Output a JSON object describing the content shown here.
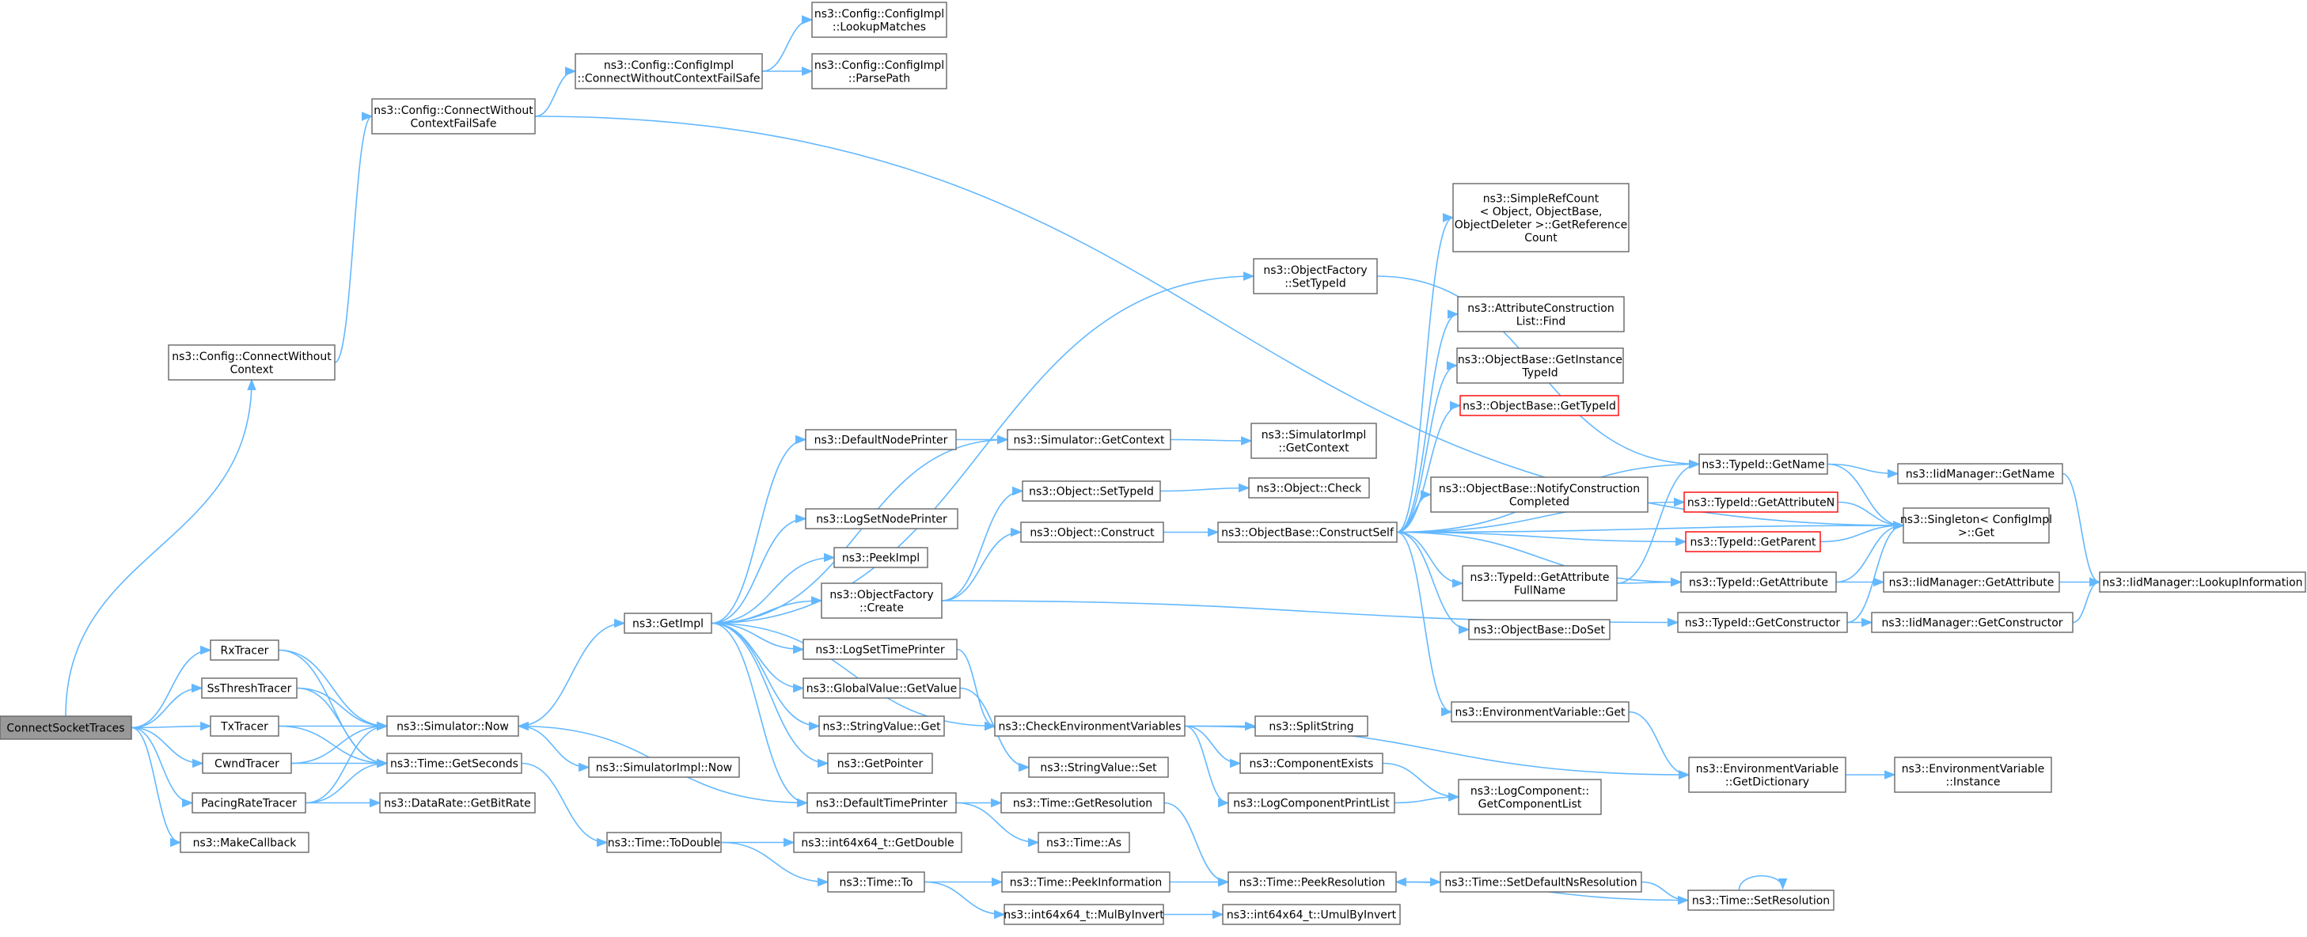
{
  "colors": {
    "edge": "#63b8ff",
    "node_border": "#666666",
    "root_fill": "#999999",
    "truncated_border": "#ff0000"
  },
  "nodes": {
    "root": [
      "ConnectSocketTraces"
    ],
    "rxtracer": [
      "RxTracer"
    ],
    "ssthresh": [
      "SsThreshTracer"
    ],
    "txtracer": [
      "TxTracer"
    ],
    "cwnd": [
      "CwndTracer"
    ],
    "pacing": [
      "PacingRateTracer"
    ],
    "makecb": [
      "ns3::MakeCallback"
    ],
    "cfg_cwc": [
      "ns3::Config::ConnectWithout",
      "Context"
    ],
    "cfg_cwcfs": [
      "ns3::Config::ConnectWithout",
      "ContextFailSafe"
    ],
    "impl_cwcfs": [
      "ns3::Config::ConfigImpl",
      "::ConnectWithoutContextFailSafe"
    ],
    "impl_lookup": [
      "ns3::Config::ConfigImpl",
      "::LookupMatches"
    ],
    "impl_parse": [
      "ns3::Config::ConfigImpl",
      "::ParsePath"
    ],
    "sim_now": [
      "ns3::Simulator::Now"
    ],
    "time_getsec": [
      "ns3::Time::GetSeconds"
    ],
    "datarate": [
      "ns3::DataRate::GetBitRate"
    ],
    "simimpl_now": [
      "ns3::SimulatorImpl::Now"
    ],
    "time_todouble": [
      "ns3::Time::ToDouble"
    ],
    "int_getdouble": [
      "ns3::int64x64_t::GetDouble"
    ],
    "time_to": [
      "ns3::Time::To"
    ],
    "time_peekinfo": [
      "ns3::Time::PeekInformation"
    ],
    "int_mulbyinv": [
      "ns3::int64x64_t::MulByInvert"
    ],
    "int_umulbyinv": [
      "ns3::int64x64_t::UmulByInvert"
    ],
    "getimpl": [
      "ns3::GetImpl"
    ],
    "defnodeprinter": [
      "ns3::DefaultNodePrinter"
    ],
    "logsetnode": [
      "ns3::LogSetNodePrinter"
    ],
    "peekimpl": [
      "ns3::PeekImpl"
    ],
    "objfac_create": [
      "ns3::ObjectFactory",
      "::Create"
    ],
    "logsettime": [
      "ns3::LogSetTimePrinter"
    ],
    "gv_getvalue": [
      "ns3::GlobalValue::GetValue"
    ],
    "sv_get": [
      "ns3::StringValue::Get"
    ],
    "getpointer": [
      "ns3::GetPointer"
    ],
    "deftimeprinter": [
      "ns3::DefaultTimePrinter"
    ],
    "sim_getctx": [
      "ns3::Simulator::GetContext"
    ],
    "simimpl_getctx": [
      "ns3::SimulatorImpl",
      "::GetContext"
    ],
    "objfac_settypeid": [
      "ns3::ObjectFactory",
      "::SetTypeId"
    ],
    "obj_settypeid": [
      "ns3::Object::SetTypeId"
    ],
    "obj_check": [
      "ns3::Object::Check"
    ],
    "obj_construct": [
      "ns3::Object::Construct"
    ],
    "ob_constructself": [
      "ns3::ObjectBase::ConstructSelf"
    ],
    "checkenv": [
      "ns3::CheckEnvironmentVariables"
    ],
    "sv_set": [
      "ns3::StringValue::Set"
    ],
    "splitstring": [
      "ns3::SplitString"
    ],
    "compexists": [
      "ns3::ComponentExists"
    ],
    "logcompprint": [
      "ns3::LogComponentPrintList"
    ],
    "logcomp_getlist": [
      "ns3::LogComponent::",
      "GetComponentList"
    ],
    "time_getres": [
      "ns3::Time::GetResolution"
    ],
    "time_as": [
      "ns3::Time::As"
    ],
    "time_peekres": [
      "ns3::Time::PeekResolution"
    ],
    "time_setdefres": [
      "ns3::Time::SetDefaultNsResolution"
    ],
    "time_setres": [
      "ns3::Time::SetResolution"
    ],
    "simplerefcount": [
      "ns3::SimpleRefCount",
      "< Object, ObjectBase,",
      "ObjectDeleter >::GetReference",
      "Count"
    ],
    "attrconst_find": [
      "ns3::AttributeConstruction",
      "List::Find"
    ],
    "ob_getinstance": [
      "ns3::ObjectBase::GetInstance",
      "TypeId"
    ],
    "ob_gettypeid": [
      "ns3::ObjectBase::GetTypeId"
    ],
    "ob_notify": [
      "ns3::ObjectBase::NotifyConstruction",
      "Completed"
    ],
    "tid_getattrfull": [
      "ns3::TypeId::GetAttribute",
      "FullName"
    ],
    "ob_doset": [
      "ns3::ObjectBase::DoSet"
    ],
    "envvar_get": [
      "ns3::EnvironmentVariable::Get"
    ],
    "tid_getname": [
      "ns3::TypeId::GetName"
    ],
    "tid_getattrn": [
      "ns3::TypeId::GetAttributeN"
    ],
    "tid_getparent": [
      "ns3::TypeId::GetParent"
    ],
    "tid_getattr": [
      "ns3::TypeId::GetAttribute"
    ],
    "tid_getconstructor": [
      "ns3::TypeId::GetConstructor"
    ],
    "envvar_getdict": [
      "ns3::EnvironmentVariable",
      "::GetDictionary"
    ],
    "envvar_instance": [
      "ns3::EnvironmentVariable",
      "::Instance"
    ],
    "iid_getname": [
      "ns3::IidManager::GetName"
    ],
    "singleton_get": [
      "ns3::Singleton< ConfigImpl",
      " >::Get"
    ],
    "iid_getattr": [
      "ns3::IidManager::GetAttribute"
    ],
    "iid_getconstructor": [
      "ns3::IidManager::GetConstructor"
    ],
    "iid_lookupinfo": [
      "ns3::IidManager::LookupInformation"
    ]
  }
}
